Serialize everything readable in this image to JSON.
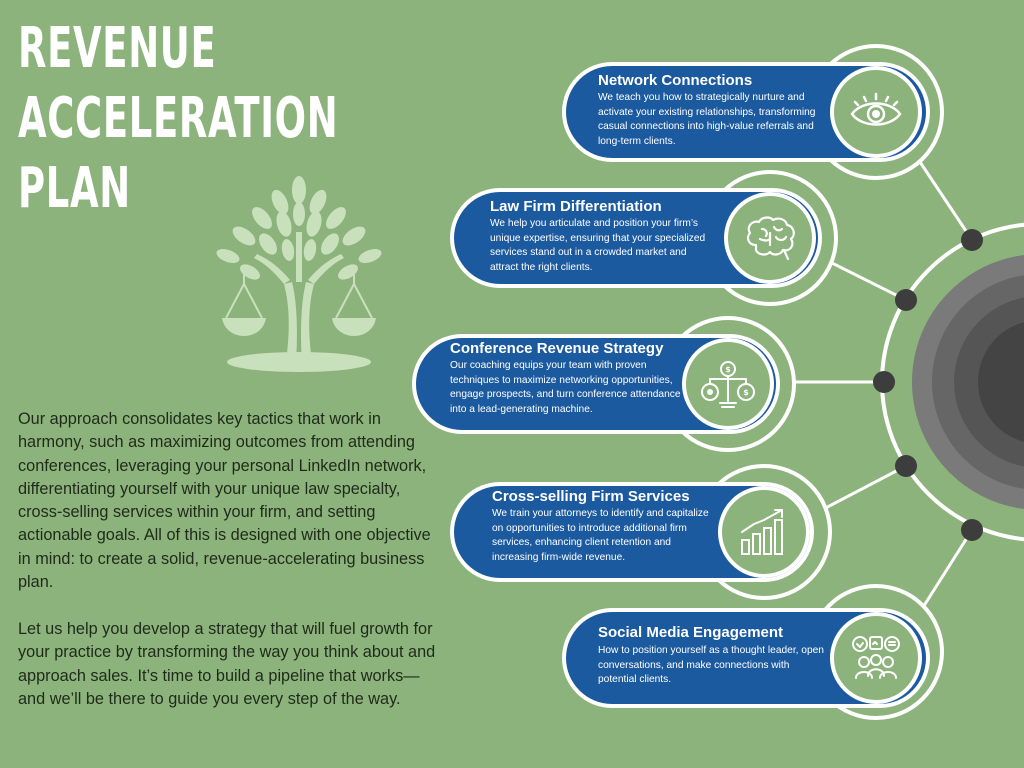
{
  "title": {
    "line1": "REVENUE",
    "line2": "ACCELERATION",
    "line3": "PLAN"
  },
  "intro": {
    "paragraph1": "Our approach consolidates key tactics that work in harmony, such as maximizing outcomes from attending conferences, leveraging your personal LinkedIn network, differentiating yourself with your unique law specialty, cross-selling services within your firm, and setting actionable goals. All of this is designed with one objective in mind: to create a solid, revenue-accelerating business plan.",
    "paragraph2": "Let us help you develop a strategy that will fuel growth for your practice by transforming the way you think about and approach sales. It’s time to build a pipeline that works—and we’ll be there to guide you every step of the way."
  },
  "cards": [
    {
      "title": "Network Connections",
      "description": "We teach you how to strategically nurture and activate your existing relationships, transforming casual connections into high-value referrals and long-term clients.",
      "icon": "eye-icon"
    },
    {
      "title": "Law Firm Differentiation",
      "description": "We help you articulate and position your firm’s unique expertise, ensuring that your specialized services stand out in a crowded market and attract the right clients.",
      "icon": "brain-icon"
    },
    {
      "title": "Conference Revenue Strategy",
      "description": "Our coaching equips your team with proven techniques to maximize networking opportunities, engage prospects, and turn conference attendance into a lead-generating machine.",
      "icon": "money-scale-icon"
    },
    {
      "title": "Cross-selling Firm Services",
      "description": "We train your attorneys to identify and capitalize on opportunities to introduce additional firm services, enhancing client retention and increasing firm-wide revenue.",
      "icon": "growth-chart-icon"
    },
    {
      "title": "Social Media Engagement",
      "description": "How to position yourself as a thought leader, open conversations, and make connections with potential clients.",
      "icon": "social-people-icon"
    }
  ],
  "colors": {
    "background": "#8db37c",
    "card_blue": "#1c5aa0",
    "title_white": "#ffffff",
    "body_text": "#1f2a1a",
    "node_dark": "#3d3d3d",
    "tree_light": "#c9e0bd"
  }
}
